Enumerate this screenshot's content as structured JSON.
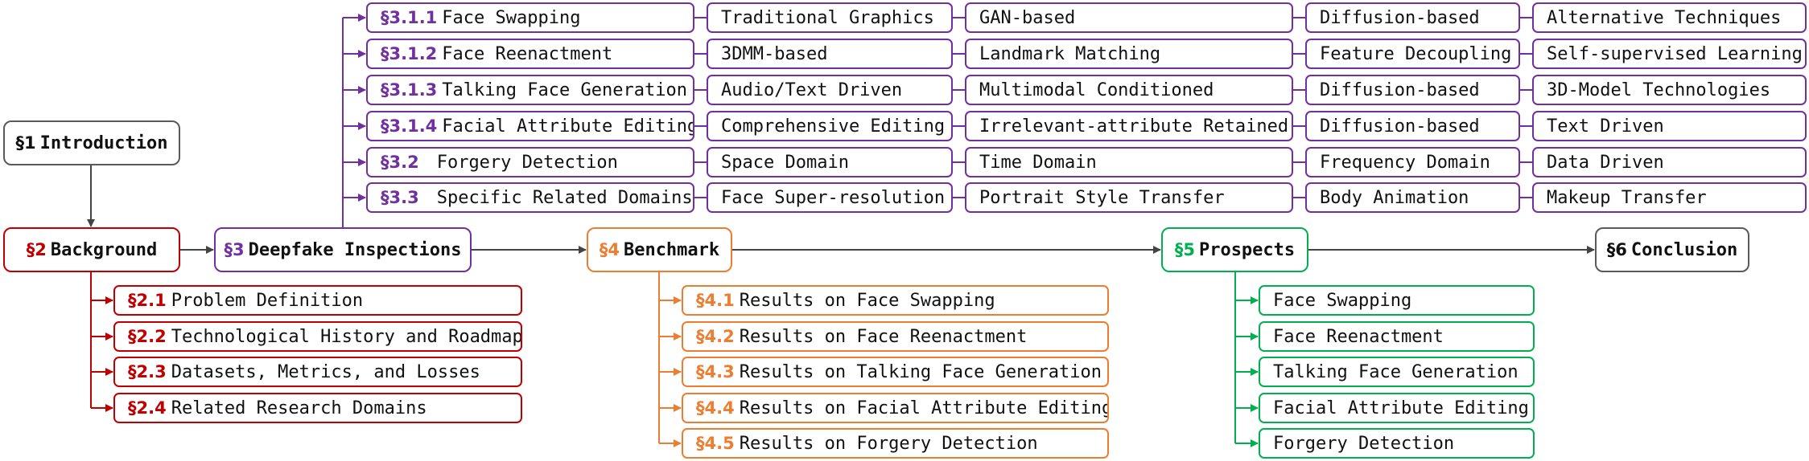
{
  "colors": {
    "gray": "#5a5a5a",
    "red": "#c00000",
    "purple": "#7030a0",
    "orange": "#ed7d31",
    "green": "#00b050",
    "text": "#111111"
  },
  "main_flow": {
    "intro": {
      "sec": "§1",
      "label": "Introduction"
    },
    "background": {
      "sec": "§2",
      "label": "Background"
    },
    "inspections": {
      "sec": "§3",
      "label": "Deepfake Inspections"
    },
    "benchmark": {
      "sec": "§4",
      "label": "Benchmark"
    },
    "prospects": {
      "sec": "§5",
      "label": "Prospects"
    },
    "conclusion": {
      "sec": "§6",
      "label": "Conclusion"
    }
  },
  "background_items": [
    {
      "sec": "§2.1",
      "label": "Problem Definition"
    },
    {
      "sec": "§2.2",
      "label": "Technological History and Roadmap"
    },
    {
      "sec": "§2.3",
      "label": "Datasets, Metrics, and Losses"
    },
    {
      "sec": "§2.4",
      "label": "Related Research Domains"
    }
  ],
  "inspection_rows": [
    {
      "sec": "§3.1.1",
      "label": "Face Swapping",
      "items": [
        "Traditional Graphics",
        "GAN-based",
        "Diffusion-based",
        "Alternative Techniques"
      ]
    },
    {
      "sec": "§3.1.2",
      "label": "Face Reenactment",
      "items": [
        "3DMM-based",
        "Landmark Matching",
        "Feature Decoupling",
        "Self-supervised Learning"
      ]
    },
    {
      "sec": "§3.1.3",
      "label": "Talking Face Generation",
      "items": [
        "Audio/Text Driven",
        "Multimodal Conditioned",
        "Diffusion-based",
        "3D-Model Technologies"
      ]
    },
    {
      "sec": "§3.1.4",
      "label": "Facial Attribute Editing",
      "items": [
        "Comprehensive Editing",
        "Irrelevant-attribute Retained",
        "Diffusion-based",
        "Text Driven"
      ]
    },
    {
      "sec": "§3.2",
      "label": "Forgery Detection",
      "items": [
        "Space Domain",
        "Time Domain",
        "Frequency Domain",
        "Data Driven"
      ]
    },
    {
      "sec": "§3.3",
      "label": "Specific Related Domains",
      "items": [
        "Face Super-resolution",
        "Portrait Style Transfer",
        "Body Animation",
        "Makeup Transfer"
      ]
    }
  ],
  "benchmark_items": [
    {
      "sec": "§4.1",
      "label": "Results on Face Swapping"
    },
    {
      "sec": "§4.2",
      "label": "Results on Face Reenactment"
    },
    {
      "sec": "§4.3",
      "label": "Results on Talking Face Generation"
    },
    {
      "sec": "§4.4",
      "label": "Results on Facial Attribute Editing"
    },
    {
      "sec": "§4.5",
      "label": "Results on Forgery Detection"
    }
  ],
  "prospect_items": [
    {
      "label": "Face Swapping"
    },
    {
      "label": "Face Reenactment"
    },
    {
      "label": "Talking Face Generation"
    },
    {
      "label": "Facial Attribute Editing"
    },
    {
      "label": "Forgery Detection"
    }
  ]
}
